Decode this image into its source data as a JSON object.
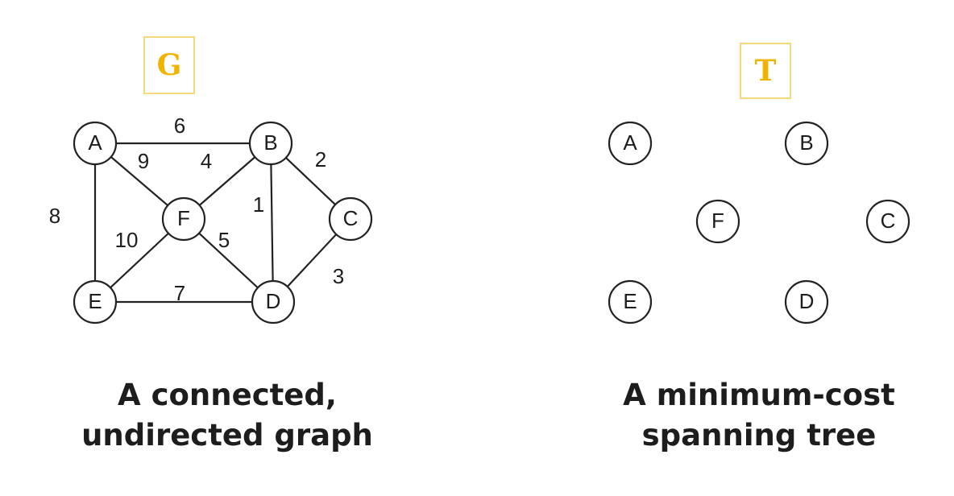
{
  "graph": {
    "tag": "G",
    "caption_line1": "A connected,",
    "caption_line2": "undirected graph",
    "nodes": [
      "A",
      "B",
      "C",
      "D",
      "E",
      "F"
    ],
    "edges": [
      {
        "from": "A",
        "to": "B",
        "weight": "6"
      },
      {
        "from": "A",
        "to": "F",
        "weight": "9"
      },
      {
        "from": "A",
        "to": "E",
        "weight": "8"
      },
      {
        "from": "B",
        "to": "F",
        "weight": "4"
      },
      {
        "from": "B",
        "to": "C",
        "weight": "2"
      },
      {
        "from": "B",
        "to": "D",
        "weight": "1"
      },
      {
        "from": "F",
        "to": "E",
        "weight": "10"
      },
      {
        "from": "F",
        "to": "D",
        "weight": "5"
      },
      {
        "from": "C",
        "to": "D",
        "weight": "3"
      },
      {
        "from": "E",
        "to": "D",
        "weight": "7"
      }
    ]
  },
  "tree": {
    "tag": "T",
    "caption_line1": "A minimum-cost",
    "caption_line2": "spanning tree",
    "nodes": [
      "A",
      "B",
      "C",
      "D",
      "E",
      "F"
    ]
  },
  "colors": {
    "tag_text": "#f0b400",
    "tag_border": "#f4d97a",
    "stroke": "#222222",
    "text": "#1d1d1d"
  }
}
